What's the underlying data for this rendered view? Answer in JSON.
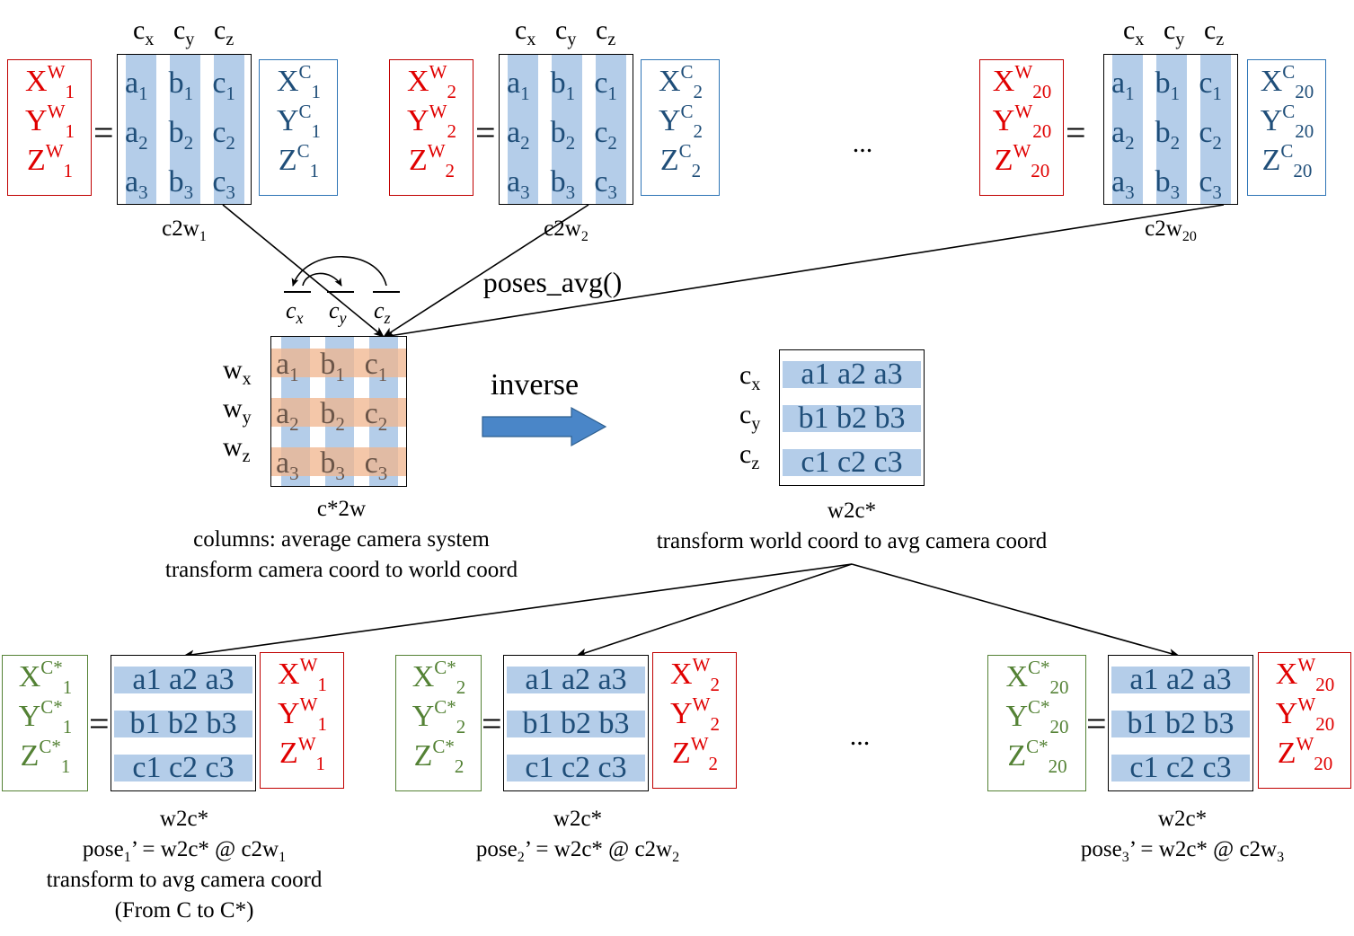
{
  "column_headers": [
    "c",
    "c",
    "c"
  ],
  "column_axes": [
    "x",
    "y",
    "z"
  ],
  "world_vector_rows": [
    {
      "letter": "X",
      "sup": "W"
    },
    {
      "letter": "Y",
      "sup": "W"
    },
    {
      "letter": "Z",
      "sup": "W"
    }
  ],
  "camera_vector_rows": [
    {
      "letter": "X",
      "sup": "C"
    },
    {
      "letter": "Y",
      "sup": "C"
    },
    {
      "letter": "Z",
      "sup": "C"
    }
  ],
  "avgcam_vector_rows": [
    {
      "letter": "X",
      "sup": "C*"
    },
    {
      "letter": "Y",
      "sup": "C*"
    },
    {
      "letter": "Z",
      "sup": "C*"
    }
  ],
  "c2w_matrix_cells": [
    [
      {
        "l": "a",
        "s": "1"
      },
      {
        "l": "b",
        "s": "1"
      },
      {
        "l": "c",
        "s": "1"
      }
    ],
    [
      {
        "l": "a",
        "s": "2"
      },
      {
        "l": "b",
        "s": "2"
      },
      {
        "l": "c",
        "s": "2"
      }
    ],
    [
      {
        "l": "a",
        "s": "3"
      },
      {
        "l": "b",
        "s": "3"
      },
      {
        "l": "c",
        "s": "3"
      }
    ]
  ],
  "w2c_matrix_rows": [
    "a1 a2 a3",
    "b1 b2 b3",
    "c1 c2 c3"
  ],
  "equals": "=",
  "top_groups": [
    {
      "index": "1",
      "caption_base": "c2w",
      "caption_sub": "1"
    },
    {
      "index": "2",
      "caption_base": "c2w",
      "caption_sub": "2"
    },
    {
      "index": "20",
      "caption_base": "c2w",
      "caption_sub": "20"
    }
  ],
  "ellipsis": "...",
  "poses_avg_label": "poses_avg()",
  "avg_column_labels": [
    "c",
    "c",
    "c"
  ],
  "avg_column_subs": [
    "x",
    "y",
    "z"
  ],
  "avg_row_labels": [
    {
      "l": "w",
      "s": "x"
    },
    {
      "l": "w",
      "s": "y"
    },
    {
      "l": "w",
      "s": "z"
    }
  ],
  "avg_caption": [
    "c*2w",
    "columns: average camera system",
    "transform camera coord to world coord"
  ],
  "inverse_label": "inverse",
  "w2c_row_labels": [
    {
      "l": "c",
      "s": "x"
    },
    {
      "l": "c",
      "s": "y"
    },
    {
      "l": "c",
      "s": "z"
    }
  ],
  "w2c_caption": [
    "w2c*",
    "transform world coord to avg camera coord"
  ],
  "bottom_groups": [
    {
      "index": "1",
      "title": "w2c*",
      "pose_base": "pose",
      "pose_sub": "1",
      "pose_rest": "’ = w2c* @ c2w",
      "pose_c2w_sub": "1",
      "extra": [
        "transform to avg camera coord",
        "(From C to C*)"
      ]
    },
    {
      "index": "2",
      "title": "w2c*",
      "pose_base": "pose",
      "pose_sub": "2",
      "pose_rest": "’ = w2c* @ c2w",
      "pose_c2w_sub": "2",
      "extra": []
    },
    {
      "index": "20",
      "title": "w2c*",
      "pose_base": "pose",
      "pose_sub": "3",
      "pose_rest": "’ = w2c* @ c2w",
      "pose_c2w_sub": "3",
      "extra": []
    }
  ],
  "colors": {
    "world_red": "#e00000",
    "camera_blue": "#1f4e79",
    "avgcam_green": "#548235",
    "column_band": "#b4cde9",
    "row_band_orange": "#f0b48c",
    "arrow_blue": "#4a86c8"
  }
}
